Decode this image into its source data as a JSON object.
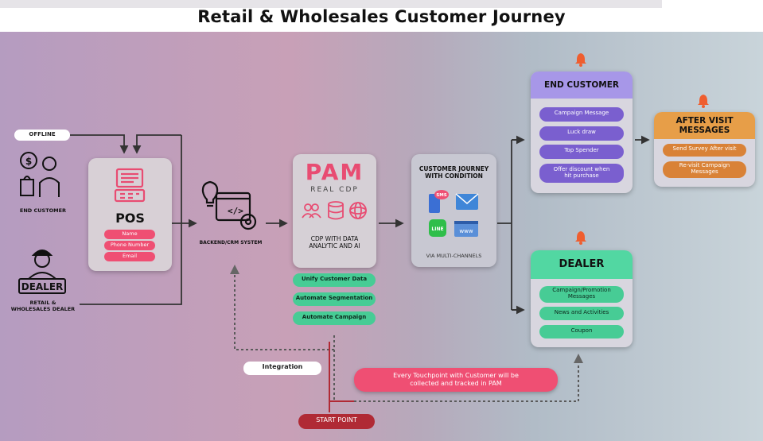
{
  "title": "Retail & Wholesales Customer Journey",
  "offline": "OFFLINE",
  "end_customer_label": "END CUSTOMER",
  "dealer_label": "RETAIL & WHOLESALES DEALER",
  "dealer_sign": "DEALER",
  "pos": {
    "title": "POS",
    "fields": [
      "Name",
      "Phone Number",
      "Email"
    ]
  },
  "backend_label": "BACKEND/CRM SYSTEM",
  "pam": {
    "logo": "PAM",
    "sub": "REAL CDP",
    "caption": "CDP WITH DATA ANALYTIC AND AI",
    "features": [
      "Unify  Customer Data",
      "Automate Segmentation",
      "Automate Campaign"
    ]
  },
  "journey": {
    "title": "CUSTOMER JOURNEY WITH CONDITION",
    "caption": "VIA MULTI-CHANNELS",
    "sms": "SMS",
    "line": "LINE",
    "www": "www"
  },
  "end_customer": {
    "title": "END CUSTOMER",
    "items": [
      "Campaign Message",
      "Luck draw",
      "Top Spender",
      "Offer discount when hit purchase"
    ]
  },
  "after_visit": {
    "title": "AFTER VISIT MESSAGES",
    "items": [
      "Send Survey After visit",
      "Re-visit Campaign Messages"
    ]
  },
  "dealer": {
    "title": "DEALER",
    "items": [
      "Campaign/Promotion Messages",
      "News and Activities",
      "Coupon"
    ]
  },
  "integration": "Integration",
  "touchpoint": "Every Touchpoint with Customer will be collected and tracked in PAM",
  "start_point": "START POINT",
  "colors": {
    "purple_header": "#a797e8",
    "purple_pill": "#7a5fcf",
    "orange_header": "#e79e48",
    "orange_pill": "#d98237",
    "green_header": "#52d7a2",
    "green_pill": "#47cc95",
    "pink_pill": "#ef4f73",
    "start": "#b02a35"
  }
}
